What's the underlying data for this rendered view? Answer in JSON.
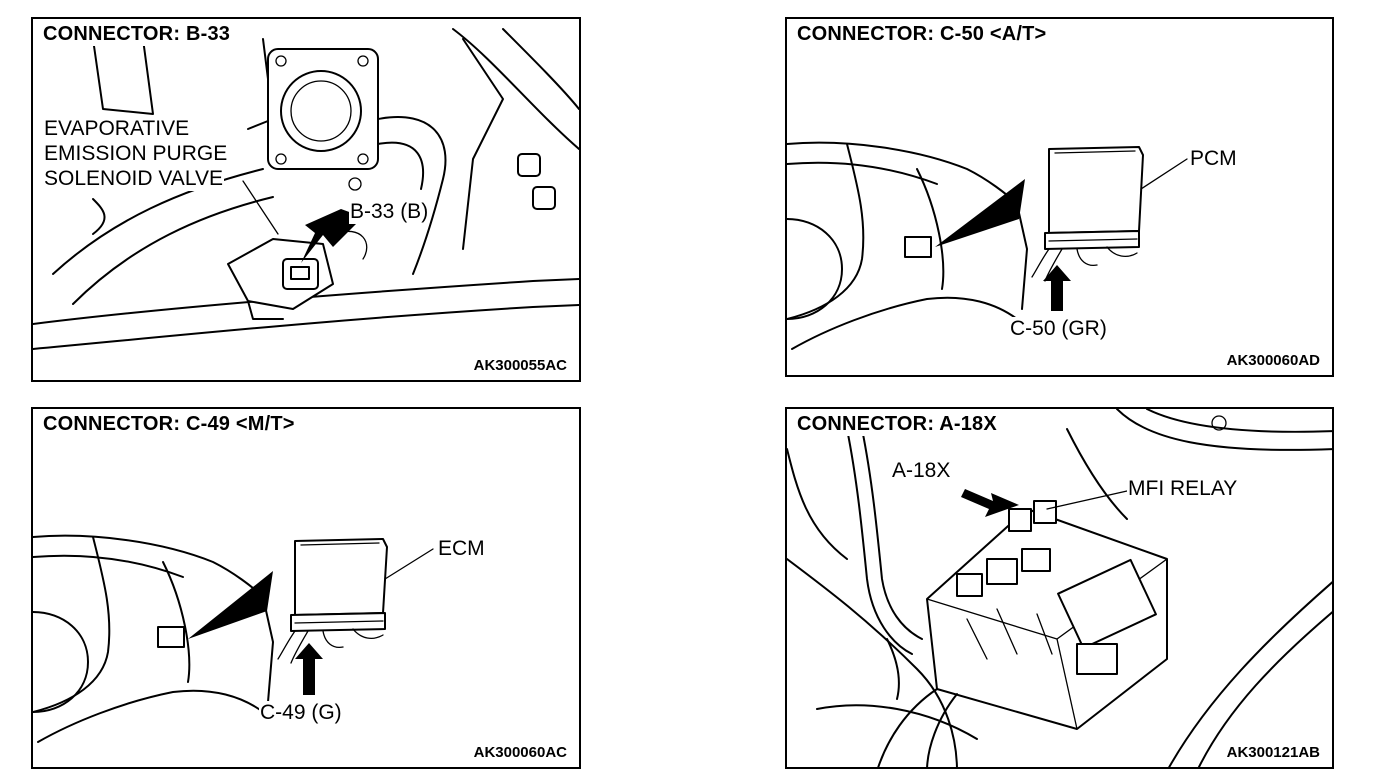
{
  "panels": {
    "b33": {
      "title": "CONNECTOR: B-33",
      "component_label": "EVAPORATIVE\nEMISSION PURGE\nSOLENOID VALVE",
      "component_line1": "EVAPORATIVE",
      "component_line2": "EMISSION PURGE",
      "component_line3": "SOLENOID VALVE",
      "connector_label": "B-33 (B)",
      "code": "AK300055AC"
    },
    "c50": {
      "title": "CONNECTOR: C-50 <A/T>",
      "component_label": "PCM",
      "connector_label": "C-50 (GR)",
      "code": "AK300060AD"
    },
    "c49": {
      "title": "CONNECTOR: C-49 <M/T>",
      "component_label": "ECM",
      "connector_label": "C-49 (G)",
      "code": "AK300060AC"
    },
    "a18x": {
      "title": "CONNECTOR: A-18X",
      "connector_label": "A-18X",
      "component_label": "MFI RELAY",
      "code": "AK300121AB"
    }
  },
  "colors": {
    "line": "#000000",
    "background": "#ffffff"
  }
}
